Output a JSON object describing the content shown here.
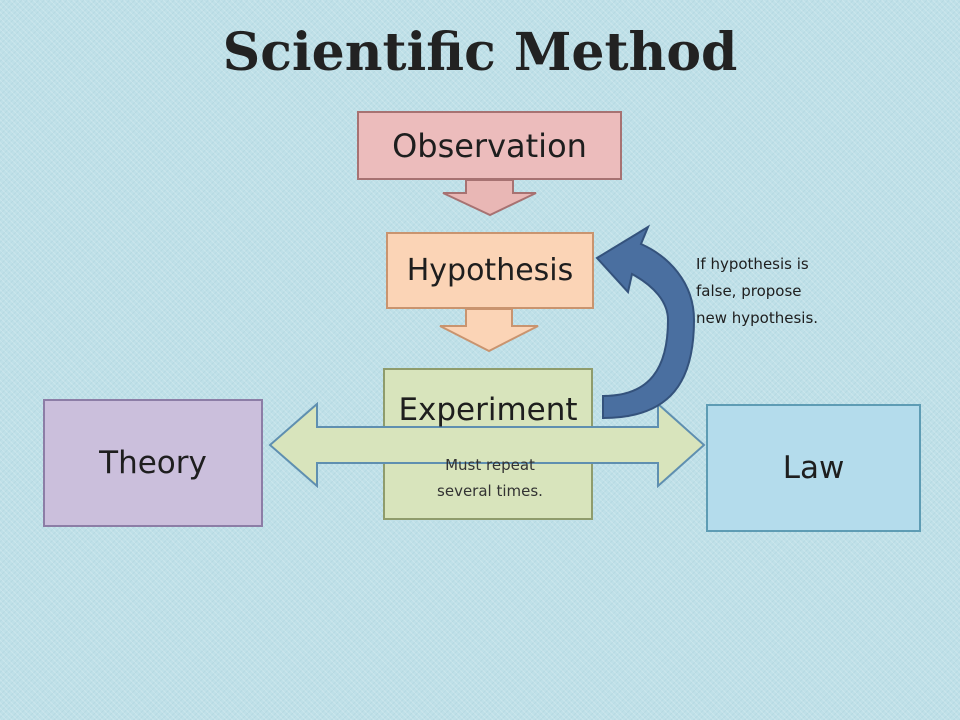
{
  "title": "Scientific Method",
  "nodes": {
    "observation": "Observation",
    "hypothesis": "Hypothesis",
    "experiment": "Experiment",
    "theory": "Theory",
    "law": "Law"
  },
  "notes": {
    "experiment_note_line1": "Must repeat",
    "experiment_note_line2": "several times.",
    "loop_note_line1": "If hypothesis is",
    "loop_note_line2": "false, propose",
    "loop_note_line3": "new hypothesis."
  },
  "colors": {
    "background": "#bfe0e8",
    "observation": "#ecbcbc",
    "hypothesis": "#fbd4b6",
    "experiment": "#d8e4bc",
    "theory": "#cbbfdc",
    "law": "#b4dcec",
    "loop_arrow": "#4a6fa0"
  }
}
